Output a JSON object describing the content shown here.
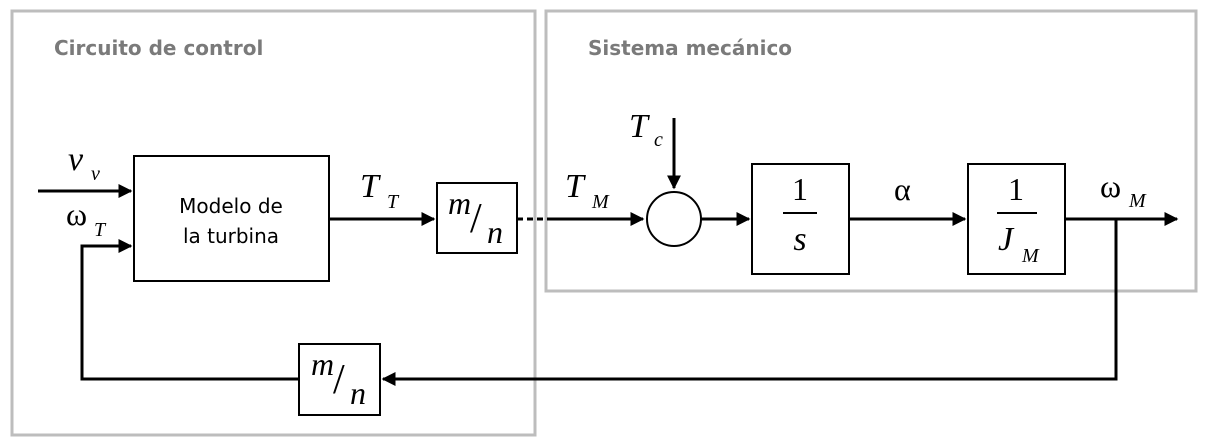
{
  "regions": {
    "control_label": "Circuito de control",
    "mechanical_label": "Sistema mecánico"
  },
  "signals": {
    "vv_base": "v",
    "vv_sub": "v",
    "omegaT_base": "ω",
    "omegaT_sub": "T",
    "TT_base": "T",
    "TT_sub": "T",
    "TM_base": "T",
    "TM_sub": "M",
    "Tc_base": "T",
    "Tc_sub": "c",
    "alpha": "α",
    "omegaM_base": "ω",
    "omegaM_sub": "M"
  },
  "blocks": {
    "turbine_line1": "Modelo de",
    "turbine_line2": "la turbina",
    "gain_num": "m",
    "gain_slash": "/",
    "gain_den": "n",
    "integrator_num": "1",
    "integrator_den": "s",
    "inertia_num": "1",
    "inertia_den_base": "J",
    "inertia_den_sub": "M"
  },
  "colors": {
    "line": "#000000",
    "region_border": "#bdbdbd",
    "region_text": "#7a7a7a"
  }
}
